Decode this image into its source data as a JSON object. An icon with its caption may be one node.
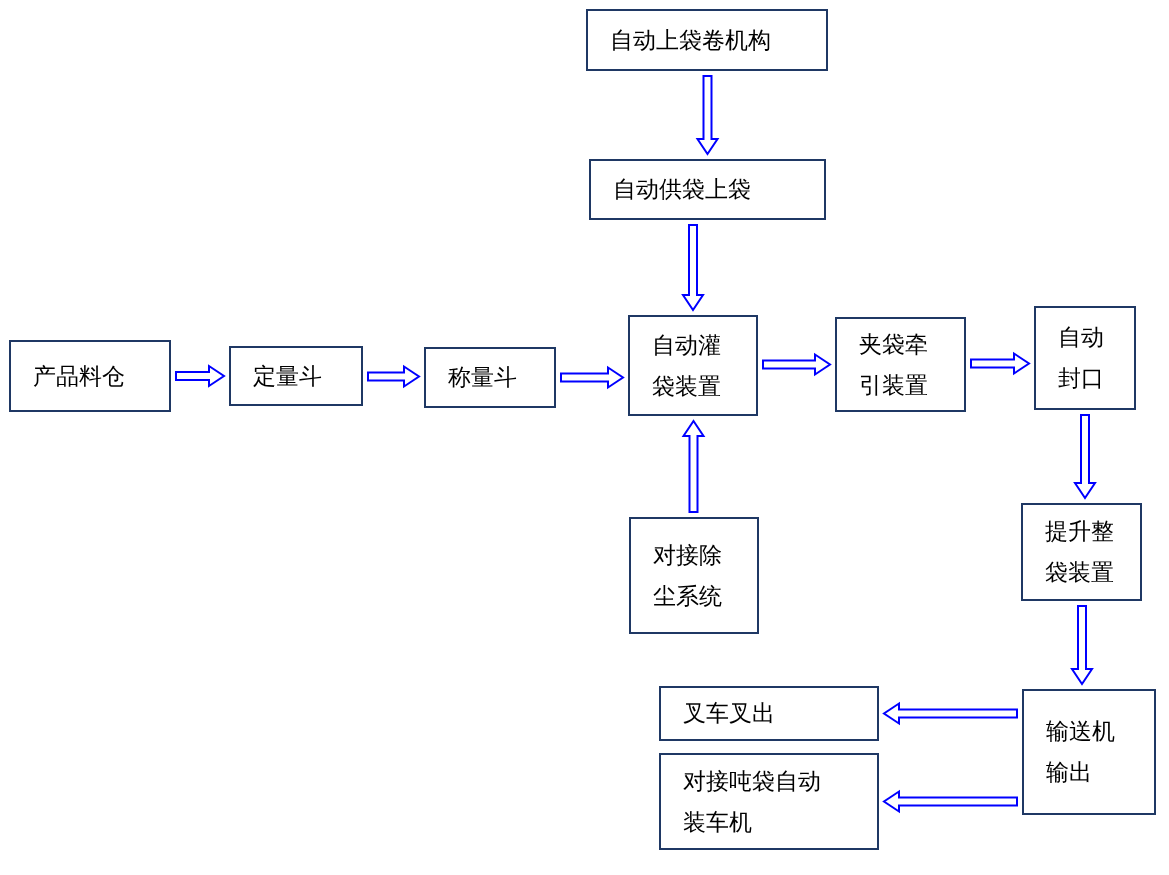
{
  "diagram": {
    "nodes": [
      {
        "text": [
          "自动上袋卷机构"
        ]
      },
      {
        "text": [
          "自动供袋上袋"
        ]
      },
      {
        "text": [
          "产品料仓"
        ]
      },
      {
        "text": [
          "定量斗"
        ]
      },
      {
        "text": [
          "称量斗"
        ]
      },
      {
        "text": [
          "自动灌袋装置"
        ]
      },
      {
        "text": [
          "夹袋牵引装置"
        ]
      },
      {
        "text": [
          "自动封口"
        ]
      },
      {
        "text": [
          "对接除尘系统"
        ]
      },
      {
        "text": [
          "提升整袋装置"
        ]
      },
      {
        "text": [
          "输送机输出"
        ]
      },
      {
        "text": [
          "叉车叉出"
        ]
      },
      {
        "text": [
          "对接吨袋自动装车机"
        ]
      }
    ],
    "edges": [
      {
        "from": 0,
        "to": 1,
        "arrow": "to"
      },
      {
        "from": 1,
        "to": 5,
        "arrow": "to"
      },
      {
        "from": 2,
        "to": 3,
        "arrow": "to"
      },
      {
        "from": 3,
        "to": 4,
        "arrow": "to"
      },
      {
        "from": 4,
        "to": 5,
        "arrow": "to"
      },
      {
        "from": 5,
        "to": 6,
        "arrow": "to"
      },
      {
        "from": 6,
        "to": 7,
        "arrow": "to"
      },
      {
        "from": 8,
        "to": 5,
        "arrow": "to"
      },
      {
        "from": 7,
        "to": 9,
        "arrow": "to"
      },
      {
        "from": 9,
        "to": 10,
        "arrow": "to"
      },
      {
        "from": 10,
        "to": 11,
        "arrow": "to"
      },
      {
        "from": 10,
        "to": 12,
        "arrow": "to"
      }
    ]
  }
}
